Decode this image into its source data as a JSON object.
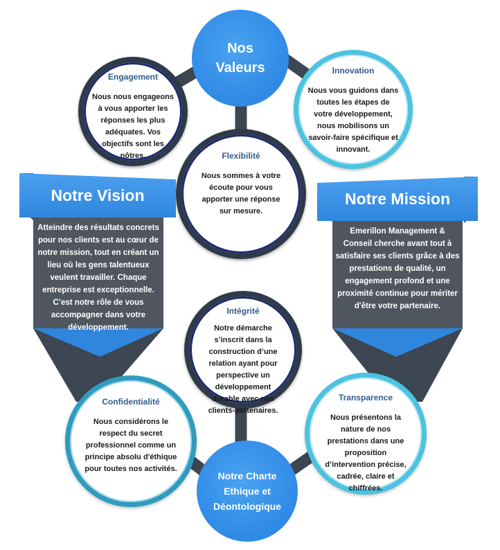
{
  "center_top": {
    "title": "Nos\nValeurs"
  },
  "center_bottom": {
    "title": "Notre Charte\nEthique et\nDéontologique"
  },
  "values": {
    "engagement": {
      "title": "Engagement",
      "text": "Nous nous engageons à vous apporter les réponses les plus adéquates. Vos objectifs sont les nôtres."
    },
    "innovation": {
      "title": "Innovation",
      "text": "Nous vous guidons dans toutes les étapes de votre développement, nous mobilisons un savoir-faire spécifique et innovant."
    },
    "flexibilite": {
      "title": "Flexibilité",
      "text": "Nous sommes à votre écoute pour vous apporter une réponse sur mesure."
    },
    "integrite": {
      "title": "Intégrité",
      "text": "Notre démarche s’inscrit dans la construction d’une relation ayant pour perspective un développement durable avec nos clients-partenaires."
    },
    "confidentialite": {
      "title": "Confidentialité",
      "text": "Nous considérons le respect du secret professionnel comme un principe absolu d'éthique pour toutes nos activités."
    },
    "transparence": {
      "title": "Transparence",
      "text": "Nous présentons la nature de nos prestations dans une proposition d’intervention précise, cadrée, claire et chiffrées."
    }
  },
  "vision": {
    "title": "Notre Vision",
    "text": "Atteindre des résultats concrets pour nos clients est au cœur de notre mission, tout en créant un lieu où les gens talentueux veulent travailler. Chaque entreprise est exceptionnelle. C’est notre rôle de vous accompagner dans votre développement."
  },
  "mission": {
    "title": "Notre Mission",
    "text": "Emerillon Management & Conseil cherche avant tout à satisfaire ses clients grâce à des prestations de qualité, un engagement profond et une proximité continue pour mériter d'être votre partenaire."
  },
  "colors": {
    "blue": "#2f8ae6",
    "dark_ring": "#2e3a4a",
    "teal_ring": "#2f9cbf",
    "aqua_ring": "#4cc3e0",
    "panel": "#505660",
    "heading": "#2f5d8e"
  }
}
